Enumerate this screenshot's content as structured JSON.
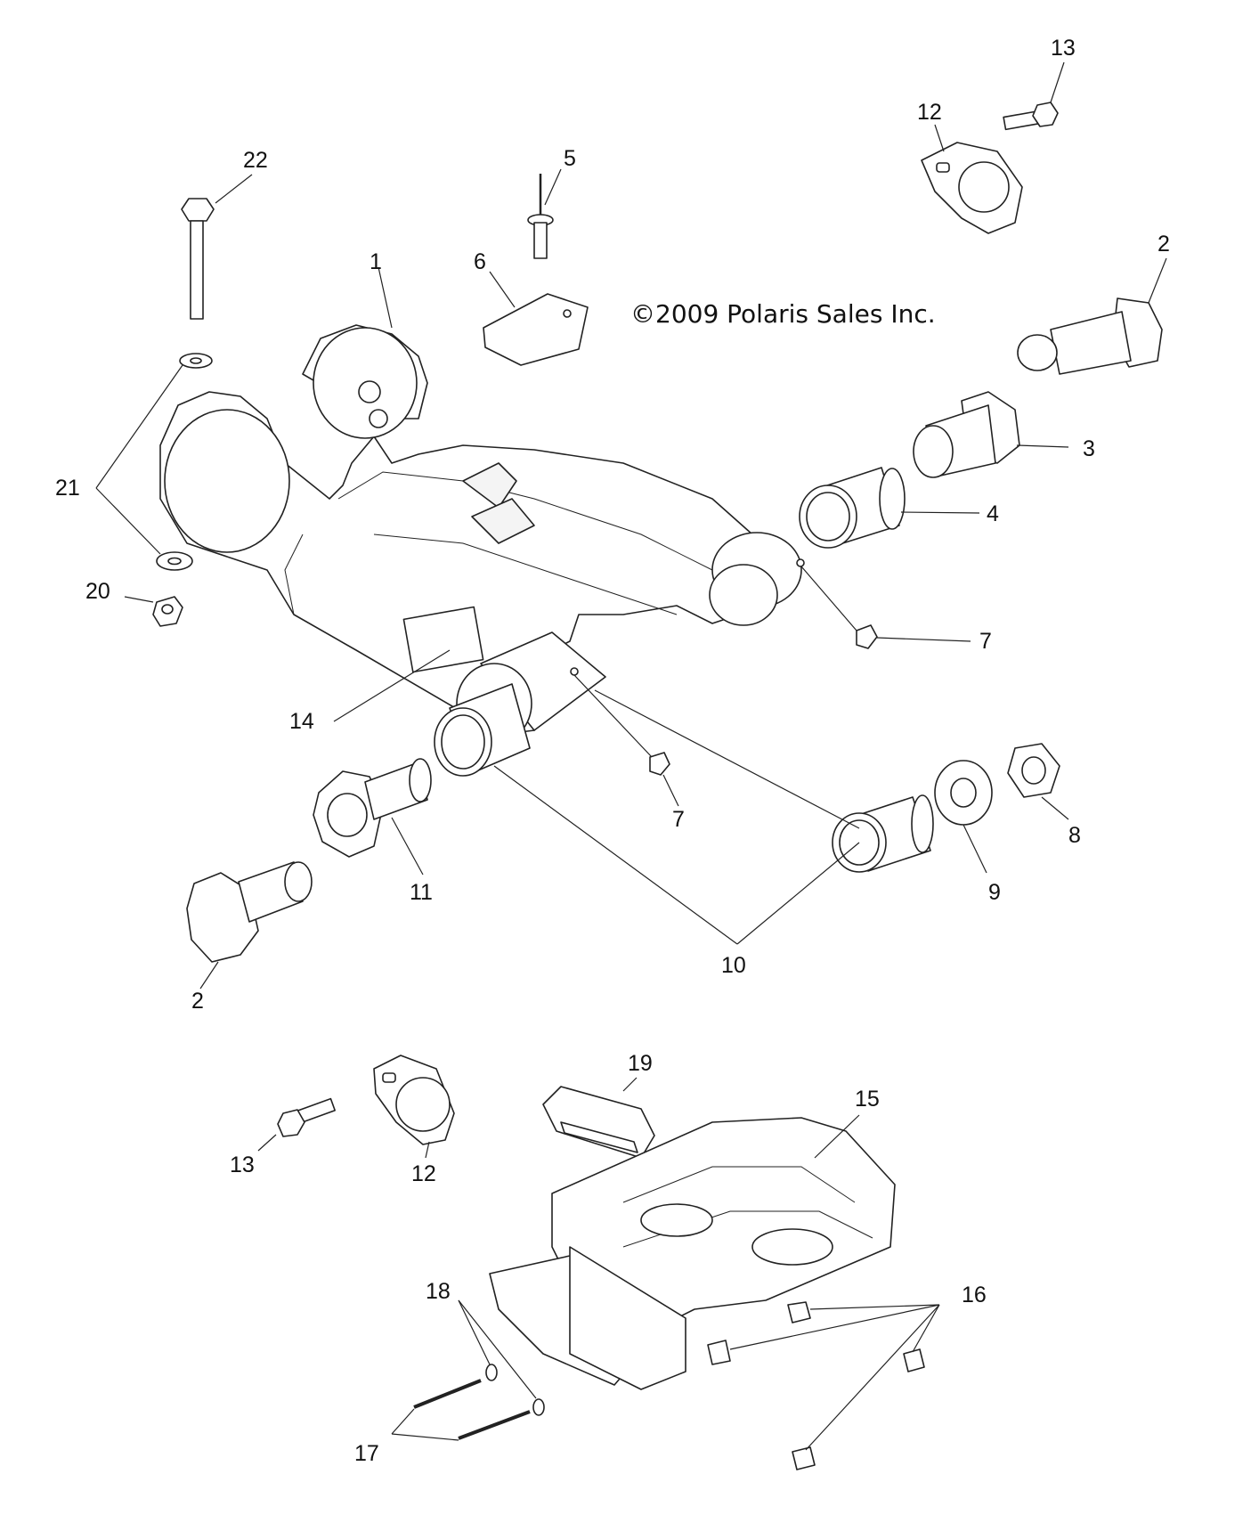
{
  "copyright": "©2009 Polaris Sales Inc.",
  "callouts": {
    "c1": "1",
    "c2a": "2",
    "c2b": "2",
    "c3": "3",
    "c4": "4",
    "c5": "5",
    "c6": "6",
    "c7a": "7",
    "c7b": "7",
    "c8": "8",
    "c9": "9",
    "c10": "10",
    "c11": "11",
    "c12a": "12",
    "c12b": "12",
    "c13a": "13",
    "c13b": "13",
    "c14": "14",
    "c15": "15",
    "c16": "16",
    "c17": "17",
    "c18": "18",
    "c19": "19",
    "c20": "20",
    "c21": "21",
    "c22": "22"
  }
}
